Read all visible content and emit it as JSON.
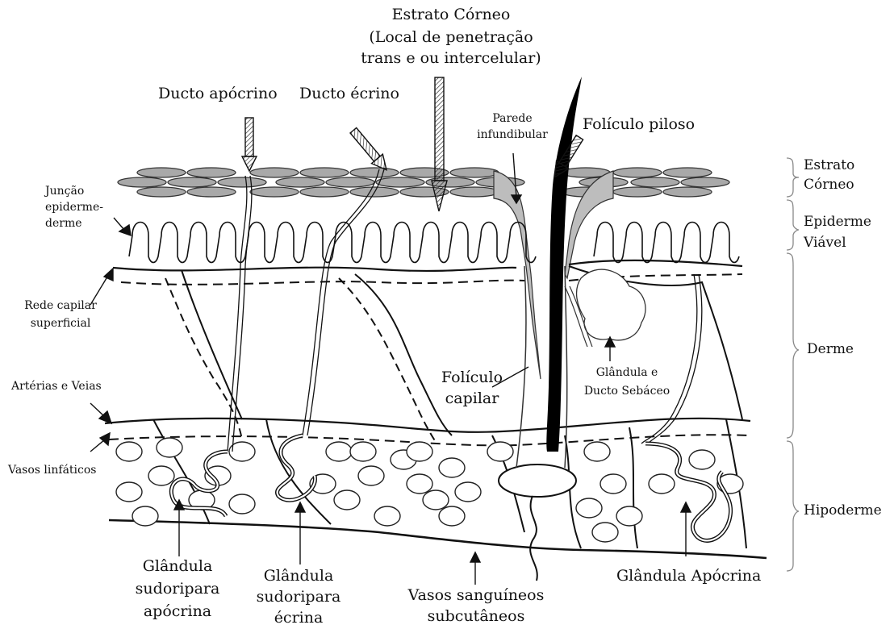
{
  "labels": {
    "estrato_corneo_top": "Estrato Córneo",
    "penetracao_line1": "(Local de penetração",
    "penetracao_line2": "trans e ou intercelular)",
    "ducto_apocrino": "Ducto apócrino",
    "ducto_ecrino": "Ducto écrino",
    "parede_line1": "Parede",
    "parede_line2": "infundibular",
    "foliculo_piloso": "Folículo piloso",
    "juncao_line1": "Junção",
    "juncao_line2": "epiderme-",
    "juncao_line3": "derme",
    "rede_line1": "Rede capilar",
    "rede_line2": "superficial",
    "arterias_veias": "Artérias e Veias",
    "vasos_linfaticos": "Vasos linfáticos",
    "foliculo_capilar_line1": "Folículo",
    "foliculo_capilar_line2": "capilar",
    "glandula_ducto_line1": "Glândula e",
    "glandula_ducto_line2": "Ducto Sebáceo",
    "gl_sud_apo_line1": "Glândula",
    "gl_sud_apo_line2": "sudoripara",
    "gl_sud_apo_line3": "apócrina",
    "gl_sud_ecr_line1": "Glândula",
    "gl_sud_ecr_line2": "sudoripara",
    "gl_sud_ecr_line3": "écrina",
    "vasos_sang_line1": "Vasos sanguíneos",
    "vasos_sang_line2": "subcutâneos",
    "glandula_apocrina": "Glândula Apócrina"
  },
  "layers": {
    "estrato_line1": "Estrato",
    "estrato_line2": "Córneo",
    "epiderme_line1": "Epiderme",
    "epiderme_line2": "Viável",
    "derme": "Derme",
    "hipoderme": "Hipoderme"
  },
  "colors": {
    "cell_fill": "#a9a9a9",
    "cell_stroke": "#333333",
    "wall_fill": "#b8b8b8",
    "hair": "#000000",
    "line": "#111111",
    "bracket": "#888888"
  }
}
